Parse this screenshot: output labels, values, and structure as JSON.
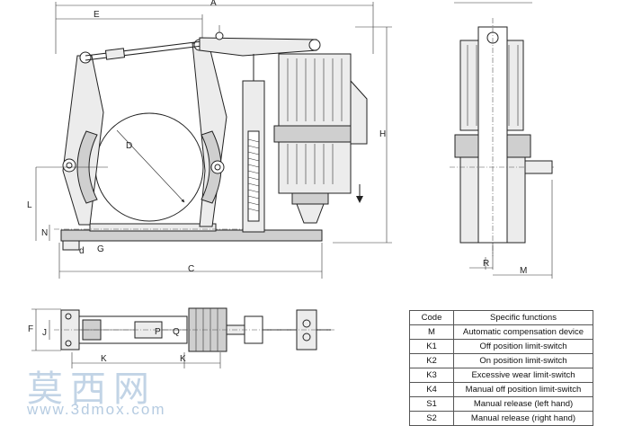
{
  "dimensions": {
    "A": "A",
    "E": "E",
    "H": "H",
    "D": "D",
    "L": "L",
    "N": "N",
    "G": "G",
    "d": "d",
    "C": "C",
    "R": "R",
    "M": "M",
    "F": "F",
    "J": "J",
    "K": "K",
    "P": "P",
    "Q": "Q"
  },
  "table": {
    "headers": {
      "code": "Code",
      "function": "Specific functions"
    },
    "rows": [
      {
        "code": "M",
        "function": "Automatic compensation device"
      },
      {
        "code": "K1",
        "function": "Off position limit-switch"
      },
      {
        "code": "K2",
        "function": "On position limit-switch"
      },
      {
        "code": "K3",
        "function": "Excessive wear limit-switch"
      },
      {
        "code": "K4",
        "function": "Manual off position limit-switch"
      },
      {
        "code": "S1",
        "function": "Manual release (left hand)"
      },
      {
        "code": "S2",
        "function": "Manual release (right hand)"
      }
    ]
  },
  "watermark": {
    "text": "莫西网",
    "url": "www.3dmox.com"
  }
}
